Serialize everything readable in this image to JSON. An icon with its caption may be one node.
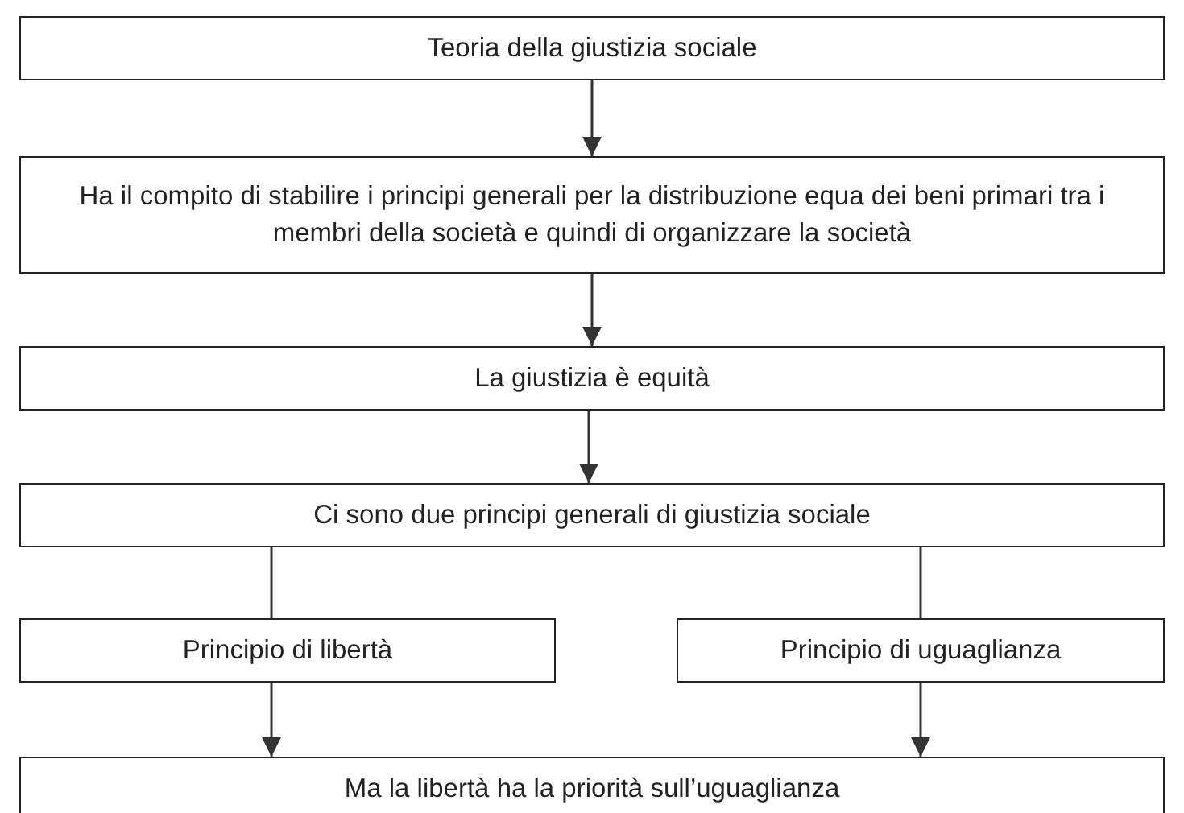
{
  "diagram": {
    "nodes": [
      {
        "text": [
          "Teoria della giustizia sociale"
        ]
      },
      {
        "text": [
          "Ha il compito di stabilire i principi generali per la distribuzione equa dei beni primari tra i membri della società e quindi di organizzare la società"
        ]
      },
      {
        "text": [
          "La giustizia è equità"
        ]
      },
      {
        "text": [
          "Ci sono due principi generali di giustizia sociale"
        ]
      },
      {
        "text": [
          "Principio di libertà"
        ]
      },
      {
        "text": [
          "Principio di uguaglianza"
        ]
      },
      {
        "text": [
          "Ma la libertà ha la priorità sull’uguaglianza"
        ]
      }
    ],
    "edges": [
      {
        "from": 0,
        "to": 1,
        "arrow": "to"
      },
      {
        "from": 1,
        "to": 2,
        "arrow": "to"
      },
      {
        "from": 2,
        "to": 3,
        "arrow": "to"
      },
      {
        "from": 3,
        "to": 4,
        "arrow": "none"
      },
      {
        "from": 3,
        "to": 5,
        "arrow": "none"
      },
      {
        "from": 4,
        "to": 6,
        "arrow": "to"
      },
      {
        "from": 5,
        "to": 6,
        "arrow": "to"
      }
    ]
  }
}
